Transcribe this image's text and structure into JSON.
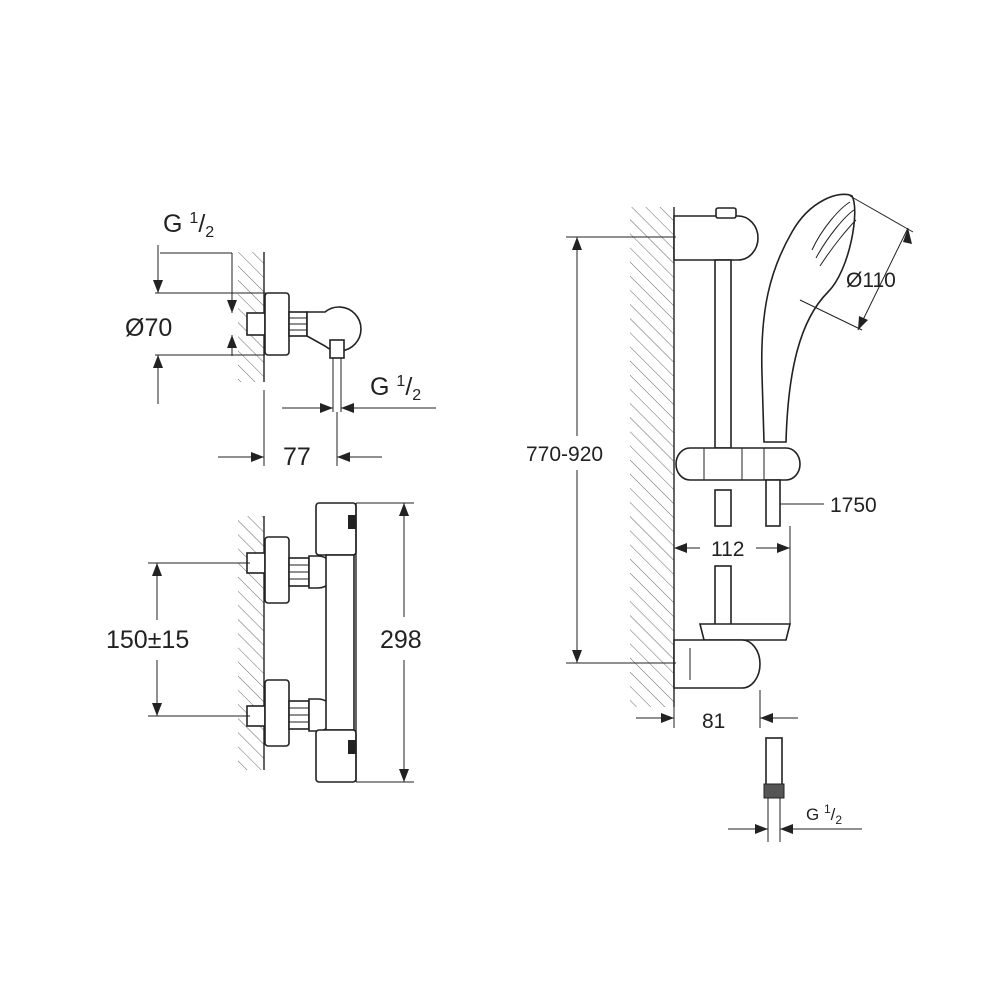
{
  "top_view": {
    "inlet_thread": {
      "prefix": "G ",
      "num": "1",
      "den": "2"
    },
    "diameter": "Ø70",
    "outlet_thread": {
      "prefix": "G ",
      "num": "1",
      "den": "2"
    },
    "depth": "77"
  },
  "front_view": {
    "center_distance": "150±15",
    "height": "298"
  },
  "shower_set": {
    "rail_range": "770-920",
    "head_diameter": "Ø110",
    "hose_length": "1750",
    "projection": "112",
    "rail_offset": "81",
    "hose_thread": {
      "prefix": "G ",
      "num": "1",
      "den": "2"
    }
  }
}
